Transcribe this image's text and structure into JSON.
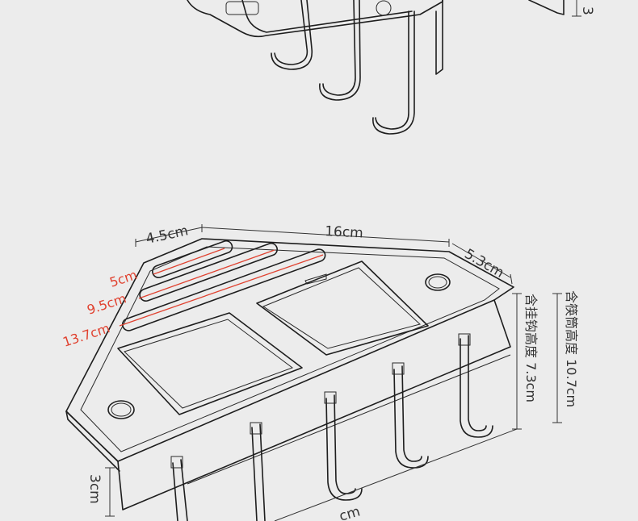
{
  "labels": {
    "top_dim_partial": "3",
    "width_left": "4.5cm",
    "width_main": "16cm",
    "depth_right": "5.3cm",
    "slot_1": "5cm",
    "slot_2": "9.5cm",
    "slot_3": "13.7cm",
    "hook_height": "含挂钩高度 7.3cm",
    "chopstick_height": "含筷筒高度 10.7cm",
    "front_height": "3cm",
    "bottom_partial": "cm"
  },
  "colors": {
    "background": "#ececec",
    "outline": "#1e1e1e",
    "accent_red": "#e0412f"
  }
}
